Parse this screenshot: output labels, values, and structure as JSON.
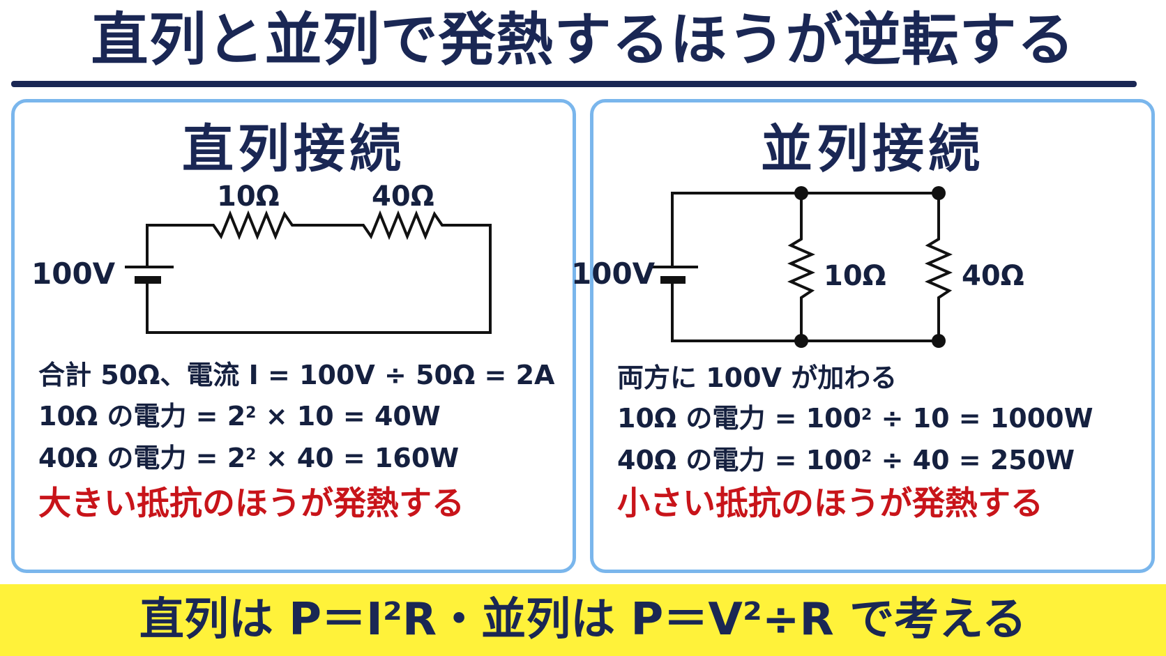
{
  "title": "直列と並列で発熱するほうが逆転する",
  "series_panel": {
    "heading": "直列接続",
    "battery_label": "100V",
    "resistor1_label": "10Ω",
    "resistor2_label": "40Ω",
    "line1": "合計 50Ω、電流 I = 100V ÷ 50Ω = 2A",
    "line2_pre": "10Ω の電力 = 2",
    "line2_sup": "2",
    "line2_post": " × 10 = 40W",
    "line3_pre": "40Ω の電力 = 2",
    "line3_sup": "2",
    "line3_post": " × 40 = 160W",
    "conclusion": "大きい抵抗のほうが発熱する"
  },
  "parallel_panel": {
    "heading": "並列接続",
    "battery_label": "100V",
    "resistor1_label": "10Ω",
    "resistor2_label": "40Ω",
    "line1": "両方に 100V が加わる",
    "line2_pre": "10Ω の電力 = 100",
    "line2_sup": "2",
    "line2_post": " ÷ 10 = 1000W",
    "line3_pre": "40Ω の電力 = 100",
    "line3_sup": "2",
    "line3_post": " ÷ 40 = 250W",
    "conclusion": "小さい抵抗のほうが発熱する"
  },
  "bottom": {
    "text": "直列は P＝I²R・並列は P＝V²÷R で考える"
  },
  "colors": {
    "navy": "#1a2754",
    "panel_border": "#7ab6ec",
    "conclusion_red": "#c8141a",
    "band_yellow": "#fff23a"
  }
}
